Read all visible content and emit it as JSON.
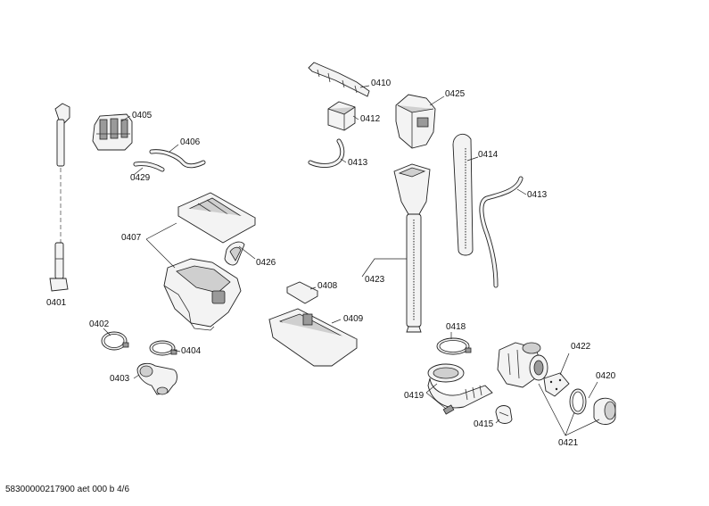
{
  "labels": {
    "p0401": "0401",
    "p0402": "0402",
    "p0403": "0403",
    "p0404": "0404",
    "p0405": "0405",
    "p0406": "0406",
    "p0407": "0407",
    "p0408": "0408",
    "p0409": "0409",
    "p0410": "0410",
    "p0412": "0412",
    "p0413a": "0413",
    "p0413b": "0413",
    "p0414": "0414",
    "p0415": "0415",
    "p0418": "0418",
    "p0419": "0419",
    "p0420": "0420",
    "p0421": "0421",
    "p0422": "0422",
    "p0423": "0423",
    "p0425": "0425",
    "p0426": "0426",
    "p0429": "0429"
  },
  "footer": "58300000217900 aet 000 b 4/6"
}
